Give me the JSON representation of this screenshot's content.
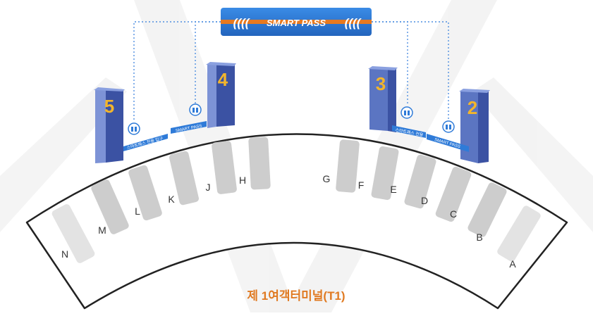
{
  "smartpass_banner": {
    "label": "SMART PASS",
    "left_arrows": "((((",
    "right_arrows": "(((("
  },
  "gates": [
    {
      "number": "5",
      "floor_label": "스마트패스 전용 입구"
    },
    {
      "number": "4",
      "floor_label": "SMART PASS"
    },
    {
      "number": "3",
      "floor_label": "스마트패스 전용"
    },
    {
      "number": "2",
      "floor_label": "SMART PASS"
    }
  ],
  "counters": [
    "N",
    "M",
    "L",
    "K",
    "J",
    "H",
    "G",
    "F",
    "E",
    "D",
    "C",
    "B",
    "A"
  ],
  "terminal_label": "제 1여객터미널(T1)",
  "colors": {
    "accent_blue": "#2f7bd8",
    "banner_orange": "#e8791f",
    "pillar_front": "#5b75c2",
    "pillar_side": "#3b52a3",
    "gate_number": "#f2b52c",
    "counter_gray": "#cdcdcd",
    "terminal_text": "#e07a22"
  },
  "icons": {
    "gate_marker": "people-icon",
    "connector": "dotted-line"
  }
}
